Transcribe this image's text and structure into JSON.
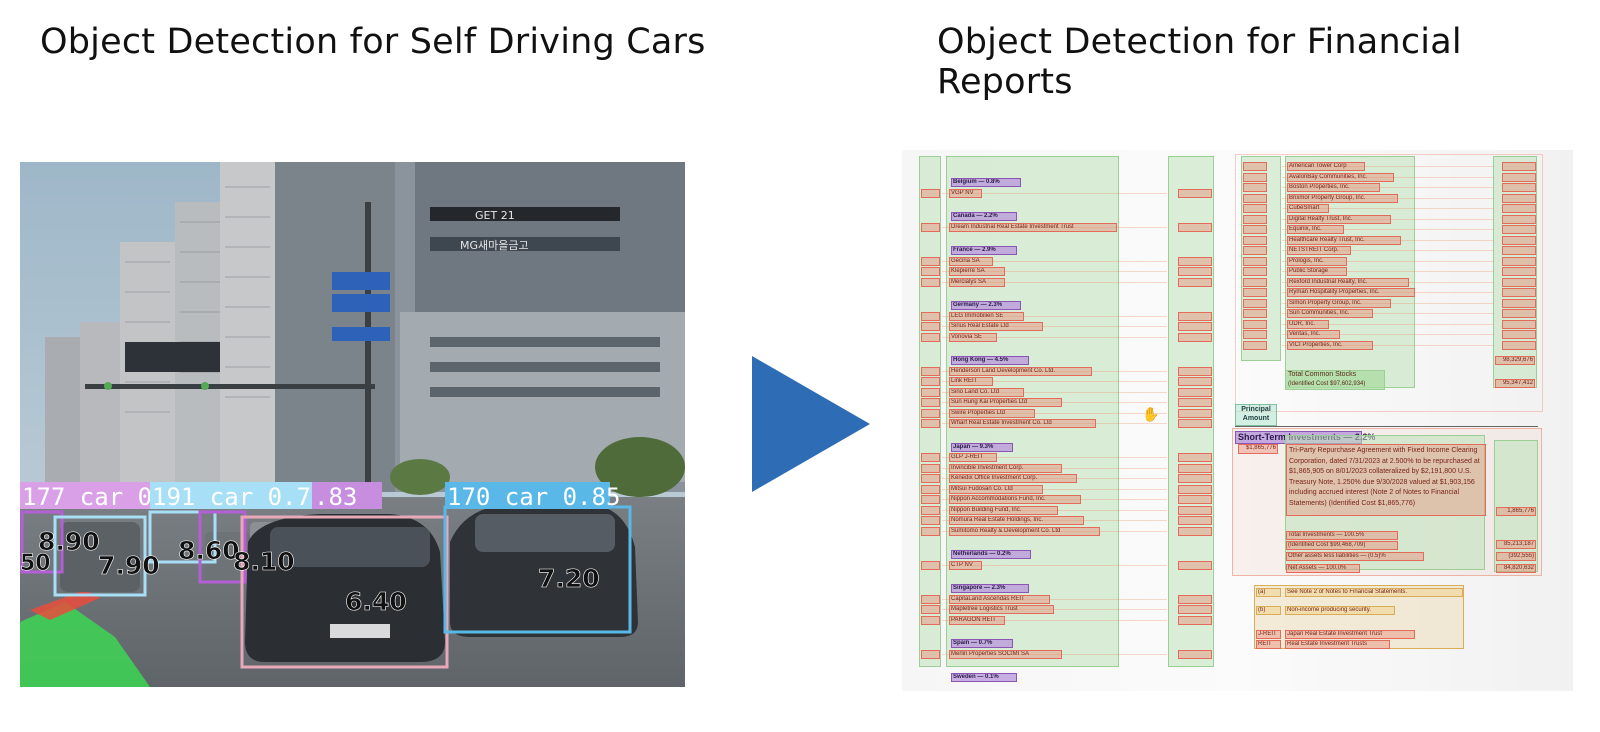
{
  "titles": {
    "left": "Object Detection for Self Driving Cars",
    "right": "Object Detection for Financial Reports"
  },
  "colors": {
    "arrow": "#2e6db5",
    "det_pink": "#e8a8b8",
    "det_blue": "#59b8e8",
    "det_purple": "#b45fd6",
    "det_lightblue": "#a7dff7",
    "fin_green": "#9ccf95",
    "fin_red": "#e46a5a",
    "fin_purple": "#8a55b5"
  },
  "driving": {
    "detections": [
      {
        "label": "177 car 0.",
        "score": "8.90"
      },
      {
        "label": "",
        "score": "7.90"
      },
      {
        "label": "191 car 0.74",
        "score": "8.60"
      },
      {
        "label": ".83",
        "score": "8.10"
      },
      {
        "label": "",
        "score": "6.40"
      },
      {
        "label": "170 car 0.85",
        "score": "7.20"
      },
      {
        "label": "",
        "score": "50"
      }
    ],
    "sign_texts": [
      "GET 21",
      "MG새마을금고"
    ]
  },
  "fin": {
    "left_headers": [
      "Belgium — 0.8%",
      "Canada — 2.2%",
      "France — 2.9%",
      "Germany — 2.3%",
      "Hong Kong — 4.5%",
      "Japan — 9.3%",
      "Netherlands — 0.2%",
      "Singapore — 2.3%",
      "Spain — 0.7%",
      "Sweden — 0.1%"
    ],
    "left_rows": [
      "VGP NV",
      "Dream Industrial Real Estate Investment Trust",
      "Gecina SA",
      "Klepierre SA",
      "Mercialys SA",
      "LEG Immobilien SE",
      "Sirius Real Estate Ltd",
      "Vonovia SE",
      "Henderson Land Development Co. Ltd.",
      "Link REIT",
      "Sino Land Co. Ltd",
      "Sun Hung Kai Properties Ltd",
      "Swire Properties Ltd",
      "Wharf Real Estate Investment Co. Ltd",
      "GLP J-REIT",
      "Invincible Investment Corp.",
      "Kenedix Office Investment Corp.",
      "Mitsui Fudosan Co. Ltd",
      "Nippon Accommodations Fund, Inc.",
      "Nippon Building Fund, Inc.",
      "Nomura Real Estate Holdings, Inc.",
      "Sumitomo Realty & Development Co. Ltd",
      "CTP NV",
      "CapitaLand Ascendas REIT",
      "Mapletree Logistics Trust",
      "PARAGON REIT",
      "Merlin Properties SOCIMI SA"
    ],
    "right_rows": [
      "American Tower Corp",
      "AvalonBay Communities, Inc.",
      "Boston Properties, Inc.",
      "Brixmor Property Group, Inc.",
      "CubeSmart",
      "Digital Realty Trust, Inc.",
      "Equinix, Inc.",
      "Healthcare Realty Trust, Inc.",
      "NETSTREIT Corp.",
      "Prologis, Inc.",
      "Public Storage",
      "Rexford Industrial Realty, Inc.",
      "Ryman Hospitality Properties, Inc.",
      "Simon Property Group, Inc.",
      "Sun Communities, Inc.",
      "UDR, Inc.",
      "Ventas, Inc.",
      "VICI Properties, Inc."
    ],
    "total_common_1": "Total Common Stocks",
    "total_common_2": "(Identified Cost $97,602,934)",
    "total_common_value": "98,329,676",
    "total_common_value2": "95,347,412",
    "principal_amount": "Principal Amount",
    "short_term_header": "Short-Term Investments — 2.2%",
    "short_term_amount": "$1,865,776",
    "repo_text": "Tri-Party Repurchase Agreement with Fixed Income Clearing Corporation, dated 7/31/2023 at 2.500% to be repurchased at $1,865,905 on 8/01/2023 collateralized by $2,191,800 U.S. Treasury Note, 1.250% due 9/30/2028 valued at $1,903,156 including accrued interest (Note 2 of Notes to Financial Statements) (Identified Cost $1,865,776)",
    "repo_value": "1,865,776",
    "total_inv_1": "Total Investments — 100.5%",
    "total_inv_2": "(Identified Cost $99,468,709)",
    "other_assets": "Other assets less liabilities — (0.5)%",
    "net_assets": "Net Assets — 100.0%",
    "total_inv_val": "85,213,187",
    "other_val": "(392,555)",
    "net_val": "84,820,632",
    "footnotes": [
      "See Note 2 of Notes to Financial Statements.",
      "Non-income producing security.",
      "Japan Real Estate Investment Trust",
      "Real Estate Investment Trusts"
    ],
    "footnote_marks": [
      "(a)",
      "(b)",
      "J-REIT",
      "REIT"
    ]
  }
}
